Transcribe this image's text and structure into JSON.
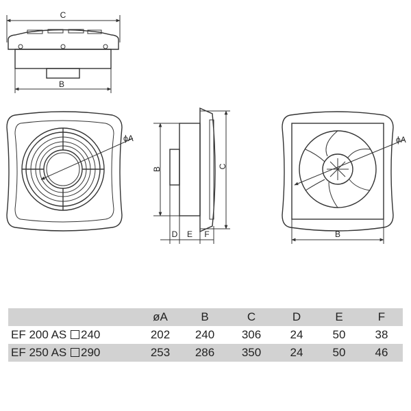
{
  "drawing": {
    "top_view": {
      "label_c": "C",
      "label_b": "B"
    },
    "front_view": {
      "label_diameter": "ϕA"
    },
    "side_view": {
      "label_b": "B",
      "label_c": "C",
      "label_d": "D",
      "label_e": "E",
      "label_f": "F"
    },
    "rear_view": {
      "label_diameter": "ϕA",
      "label_b": "B"
    }
  },
  "table": {
    "headers": [
      "",
      "øA",
      "B",
      "C",
      "D",
      "E",
      "F"
    ],
    "rows": [
      {
        "model": "EF 200 AS",
        "size": "240",
        "values": [
          "202",
          "240",
          "306",
          "24",
          "50",
          "38"
        ]
      },
      {
        "model": "EF 250 AS",
        "size": "290",
        "values": [
          "253",
          "286",
          "350",
          "24",
          "50",
          "46"
        ]
      }
    ]
  }
}
